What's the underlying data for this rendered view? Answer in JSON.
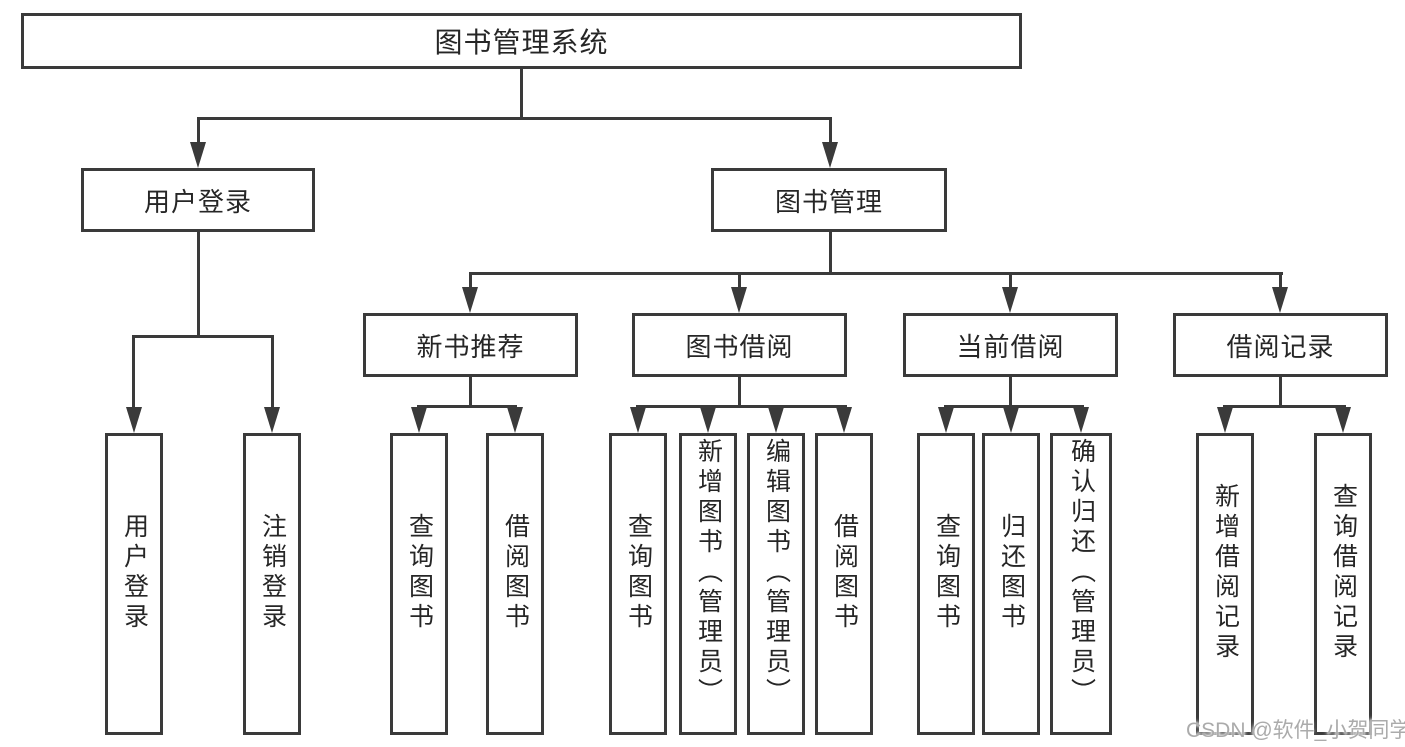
{
  "diagram_type": "hierarchy-tree",
  "tree": {
    "label": "图书管理系统",
    "children": [
      {
        "label": "用户登录",
        "children": [
          {
            "label": "用户登录"
          },
          {
            "label": "注销登录"
          }
        ]
      },
      {
        "label": "图书管理",
        "children": [
          {
            "label": "新书推荐",
            "children": [
              {
                "label": "查询图书"
              },
              {
                "label": "借阅图书"
              }
            ]
          },
          {
            "label": "图书借阅",
            "children": [
              {
                "label": "查询图书"
              },
              {
                "label": "新增图书（管理员）"
              },
              {
                "label": "编辑图书（管理员）"
              },
              {
                "label": "借阅图书"
              }
            ]
          },
          {
            "label": "当前借阅",
            "children": [
              {
                "label": "查询图书"
              },
              {
                "label": "归还图书"
              },
              {
                "label": "确认归还（管理员）"
              }
            ]
          },
          {
            "label": "借阅记录",
            "children": [
              {
                "label": "新增借阅记录"
              },
              {
                "label": "查询借阅记录"
              }
            ]
          }
        ]
      }
    ]
  },
  "watermark": {
    "text": "CSDN @软件_小贺同学"
  },
  "colors": {
    "line": "#3a3a3a",
    "text": "#262626",
    "watermark": "#ababab",
    "background": "#ffffff"
  }
}
